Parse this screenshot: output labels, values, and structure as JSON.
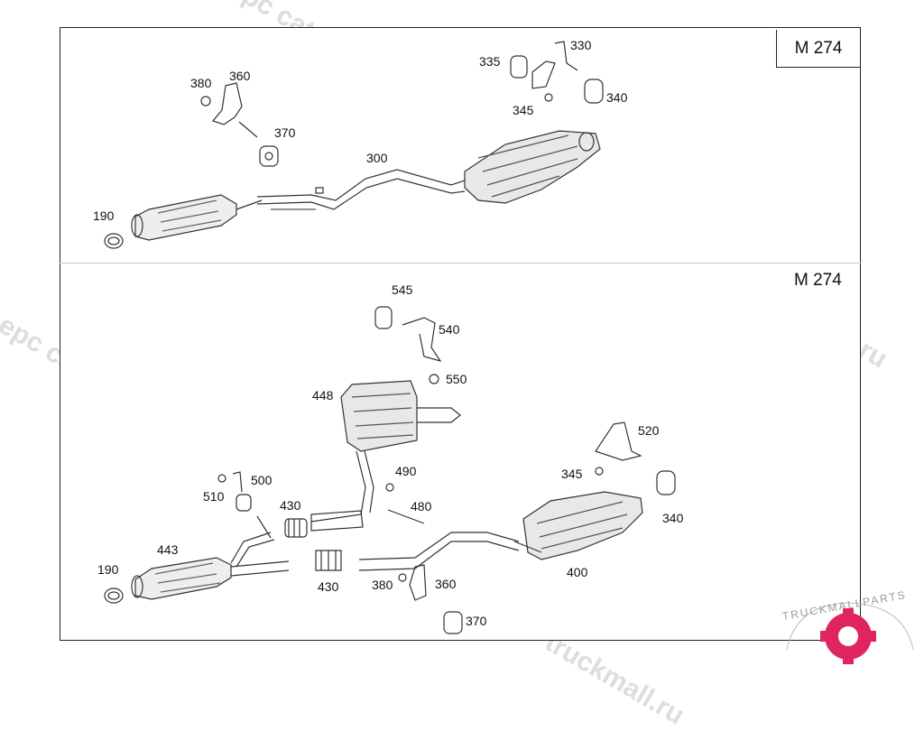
{
  "panels": {
    "top_model": "M 274",
    "bottom_model": "M 274"
  },
  "watermarks": {
    "text1": "truckmall.ru epc catalog",
    "text2": "epc catalog",
    "text3": "truckmall.ru",
    "text4": "l epc catalog",
    "text5": "truckmall.ru e"
  },
  "logo": {
    "text": "TRUCKMALLPARTS",
    "accent": "#e0245e"
  },
  "top_labels": {
    "p330": "330",
    "p335": "335",
    "p340": "340",
    "p345": "345",
    "p380": "380",
    "p360": "360",
    "p370": "370",
    "p300": "300",
    "p190": "190"
  },
  "bottom_labels": {
    "p545": "545",
    "p540": "540",
    "p550": "550",
    "p448": "448",
    "p520": "520",
    "p345": "345",
    "p340": "340",
    "p490": "490",
    "p480": "480",
    "p500": "500",
    "p510": "510",
    "p430a": "430",
    "p443": "443",
    "p190": "190",
    "p430b": "430",
    "p380": "380",
    "p360": "360",
    "p370": "370",
    "p400": "400"
  }
}
